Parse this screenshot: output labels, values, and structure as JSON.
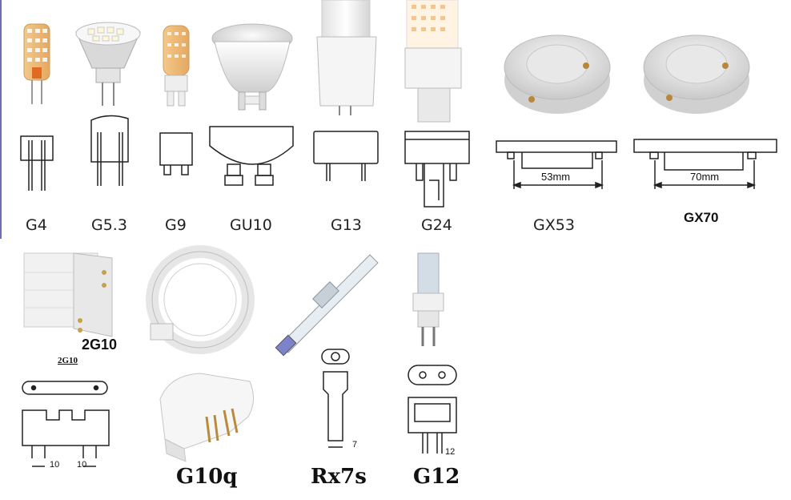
{
  "bases_top": [
    "G4",
    "G5.3",
    "G9",
    "GU10",
    "G13",
    "G24",
    "GX53"
  ],
  "gx70": {
    "label": "GX70",
    "dimension": "70mm"
  },
  "gx53_dimension": "53mm",
  "bases_bottom": {
    "g2_10_label": "2G10",
    "g2_10_caption": "2G10",
    "g10q": "G10q",
    "rx7s": "Rx7s",
    "g12": "G12"
  },
  "dimensions": {
    "pin_spacing_a": "10",
    "pin_spacing_b": "10",
    "rx7s_width": "7",
    "g12_spacing": "12"
  },
  "colors": {
    "outline": "#222222",
    "lamp_white": "#f3f3f3",
    "glass": "#dde8ef",
    "accent_leftline": "#6f6fb8"
  }
}
